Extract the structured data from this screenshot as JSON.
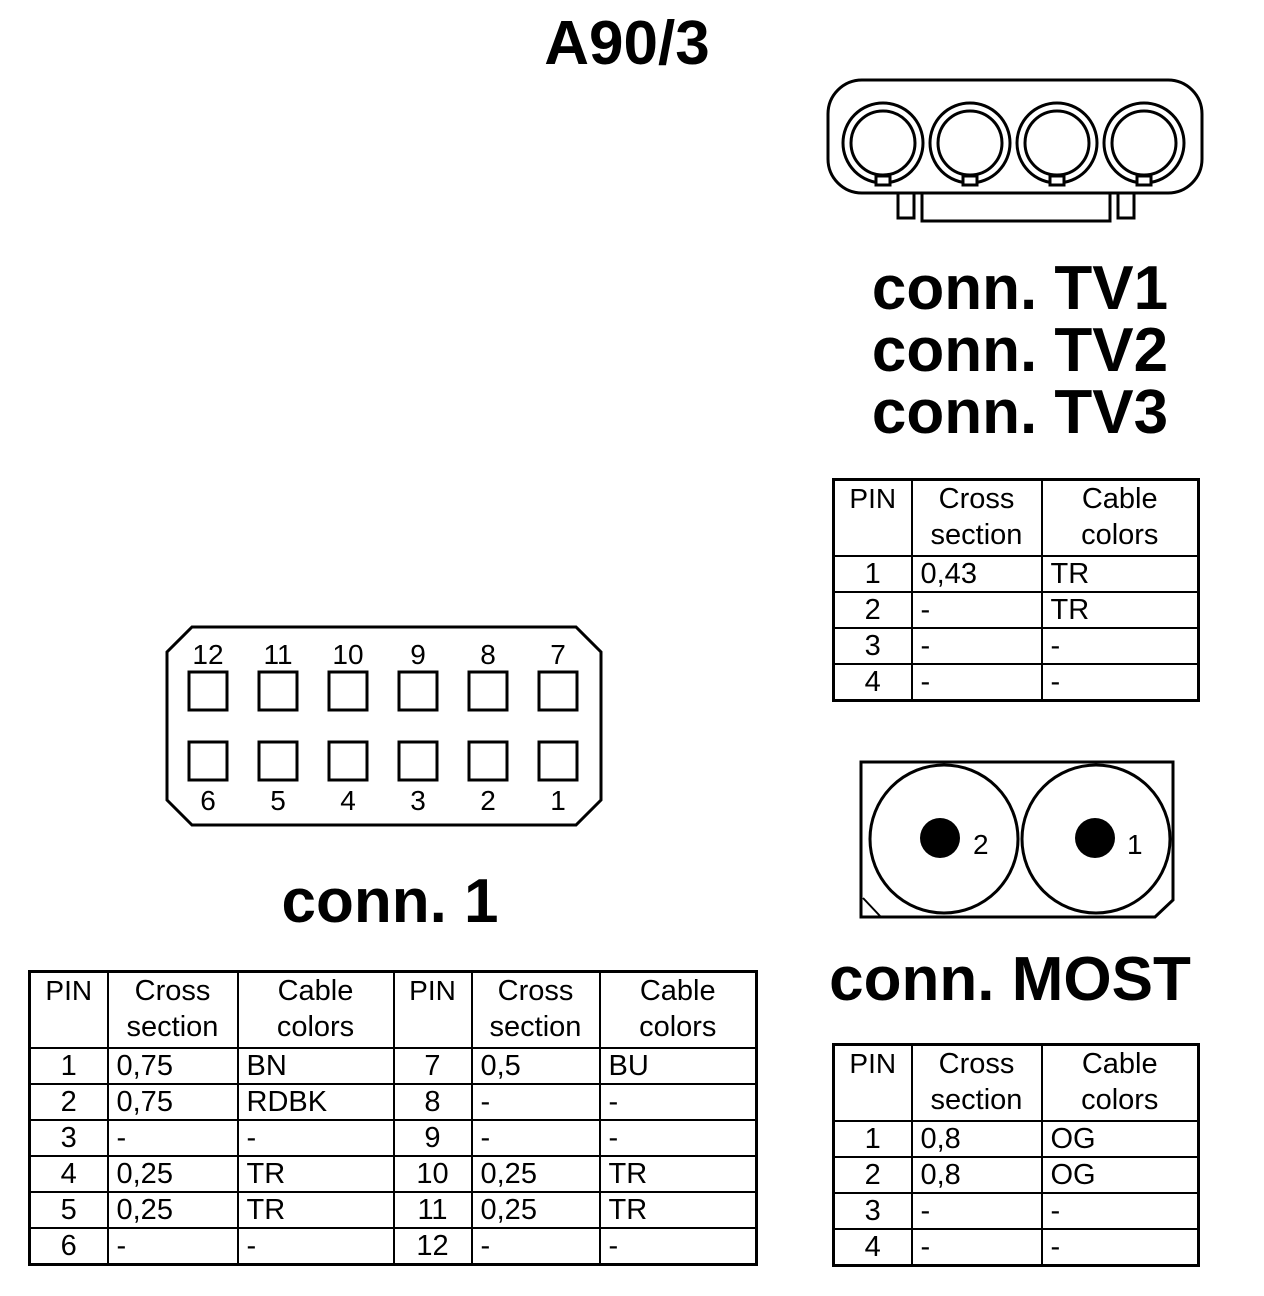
{
  "title": "A90/3",
  "tv_connector": {
    "titles": [
      "conn. TV1",
      "conn. TV2",
      "conn. TV3"
    ],
    "table": {
      "headers": {
        "pin": "PIN",
        "cross_line1": "Cross",
        "cross_line2": "section",
        "color_line1": "Cable",
        "color_line2": "colors"
      },
      "rows": [
        {
          "pin": "1",
          "cross": "0,43",
          "color": "TR"
        },
        {
          "pin": "2",
          "cross": "-",
          "color": "TR"
        },
        {
          "pin": "3",
          "cross": "-",
          "color": "-"
        },
        {
          "pin": "4",
          "cross": "-",
          "color": "-"
        }
      ]
    }
  },
  "conn1": {
    "title": "conn. 1",
    "top_pin_labels": [
      "12",
      "11",
      "10",
      "9",
      "8",
      "7"
    ],
    "bottom_pin_labels": [
      "6",
      "5",
      "4",
      "3",
      "2",
      "1"
    ],
    "table": {
      "headers": {
        "pin": "PIN",
        "cross_line1": "Cross",
        "cross_line2": "section",
        "color_line1": "Cable",
        "color_line2": "colors"
      },
      "rows": [
        {
          "pin": "1",
          "cross": "0,75",
          "color": "BN",
          "pin2": "7",
          "cross2": "0,5",
          "color2": "BU"
        },
        {
          "pin": "2",
          "cross": "0,75",
          "color": "RDBK",
          "pin2": "8",
          "cross2": "-",
          "color2": "-"
        },
        {
          "pin": "3",
          "cross": "-",
          "color": "-",
          "pin2": "9",
          "cross2": "-",
          "color2": "-"
        },
        {
          "pin": "4",
          "cross": "0,25",
          "color": "TR",
          "pin2": "10",
          "cross2": "0,25",
          "color2": "TR"
        },
        {
          "pin": "5",
          "cross": "0,25",
          "color": "TR",
          "pin2": "11",
          "cross2": "0,25",
          "color2": "TR"
        },
        {
          "pin": "6",
          "cross": "-",
          "color": "-",
          "pin2": "12",
          "cross2": "-",
          "color2": "-"
        }
      ]
    }
  },
  "most_connector": {
    "title": "conn. MOST",
    "pin_labels": [
      "2",
      "1"
    ],
    "table": {
      "headers": {
        "pin": "PIN",
        "cross_line1": "Cross",
        "cross_line2": "section",
        "color_line1": "Cable",
        "color_line2": "colors"
      },
      "rows": [
        {
          "pin": "1",
          "cross": "0,8",
          "color": "OG"
        },
        {
          "pin": "2",
          "cross": "0,8",
          "color": "OG"
        },
        {
          "pin": "3",
          "cross": "-",
          "color": "-"
        },
        {
          "pin": "4",
          "cross": "-",
          "color": "-"
        }
      ]
    }
  }
}
